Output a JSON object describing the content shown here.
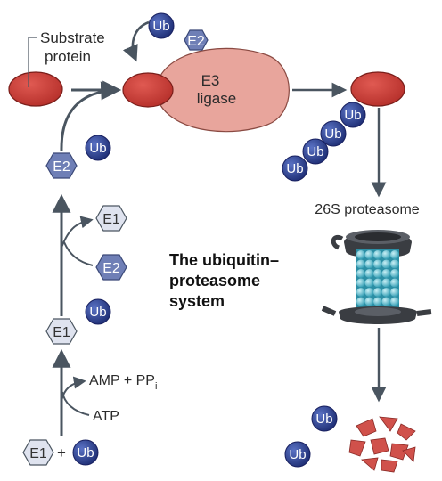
{
  "labels": {
    "substrate_line1": "Substrate",
    "substrate_line2": "protein",
    "e3_line1": "E3",
    "e3_line2": "ligase",
    "proteasome": "26S proteasome",
    "title_line1": "The ubiquitin–",
    "title_line2": "proteasome",
    "title_line3": "system",
    "amp": "AMP + PP",
    "amp_sub": "i",
    "atp": "ATP",
    "plus": "+"
  },
  "tokens": {
    "ub": "Ub",
    "e1": "E1",
    "e2": "E2"
  },
  "colors": {
    "substrate": "#c23b35",
    "e3": "#e8a59c",
    "ub": "#2a3f8f",
    "e2_hex": "#6f7fb6",
    "e1_hex": "#dfe3ef",
    "arrow": "#4a5560",
    "proteasome_core": "#4fb3c6",
    "proteasome_cap": "#3a3d42"
  }
}
